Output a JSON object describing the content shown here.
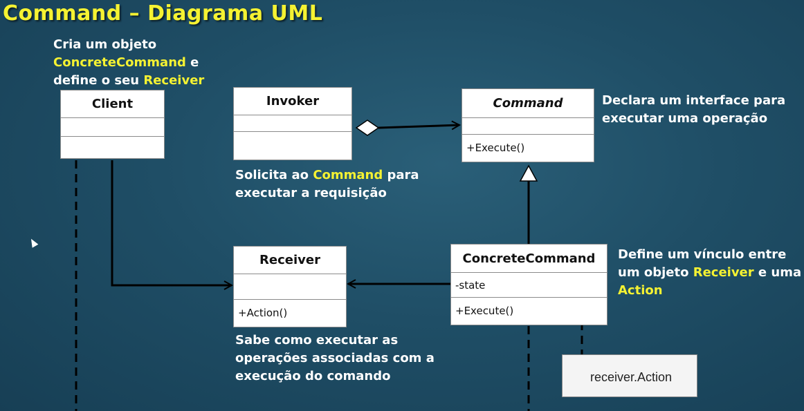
{
  "title": "Command – Diagrama UML",
  "notes": {
    "client": {
      "line1": "Cria um objeto",
      "line2_hl": "ConcreteCommand",
      "line2_rest": " e",
      "line3_pre": "define o seu ",
      "line3_hl": "Receiver"
    },
    "invoker": {
      "line1_pre": "Solicita ao ",
      "line1_hl": "Command",
      "line1_post": " para",
      "line2": "executar a requisição"
    },
    "command": {
      "line1": "Declara um interface para",
      "line2": "executar uma operação"
    },
    "receiver": {
      "line1": "Sabe como executar as",
      "line2": "operações associadas com a",
      "line3": "execução do comando"
    },
    "concrete": {
      "line1": "Define um vínculo entre",
      "line2_pre": "um objeto ",
      "line2_hl": "Receiver",
      "line2_post": "  e uma",
      "line3_hl": "Action"
    }
  },
  "classes": {
    "client": {
      "name": "Client"
    },
    "invoker": {
      "name": "Invoker"
    },
    "command": {
      "name": "Command",
      "method": "+Execute()"
    },
    "receiver": {
      "name": "Receiver",
      "method": "+Action()"
    },
    "concrete": {
      "name": "ConcreteCommand",
      "attribute": "-state",
      "method": "+Execute()"
    }
  },
  "code_note": "receiver.Action",
  "colors": {
    "highlight": "#f5f232",
    "background": "#1f4e66",
    "text": "#ffffff",
    "line": "#000000"
  }
}
